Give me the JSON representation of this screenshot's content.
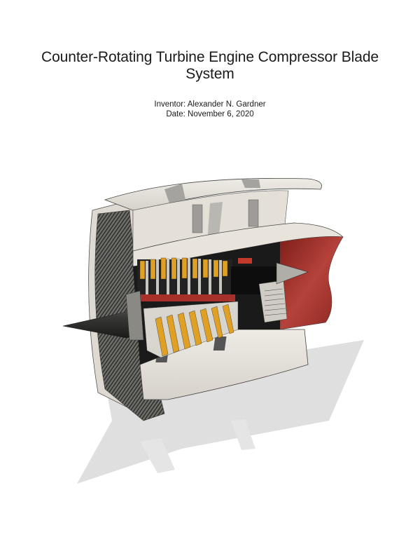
{
  "document": {
    "title_line1": "Counter-Rotating Turbine Engine Compressor Blade",
    "title_line2": "System",
    "inventor_label": "Inventor: Alexander N. Gardner",
    "date_label": "Date: November 6, 2020"
  },
  "figure": {
    "description": "3D cutaway render of a turbofan engine showing fan, counter-rotating compressor stages, shaft and red exhaust nozzle",
    "colors": {
      "nacelle": "#e6e2da",
      "nacelle_shade": "#a9a7a3",
      "blade_gold": "#e0a024",
      "core_dark": "#111111",
      "exhaust_red": "#a8302a",
      "shadow": "#d9d9d9"
    }
  }
}
